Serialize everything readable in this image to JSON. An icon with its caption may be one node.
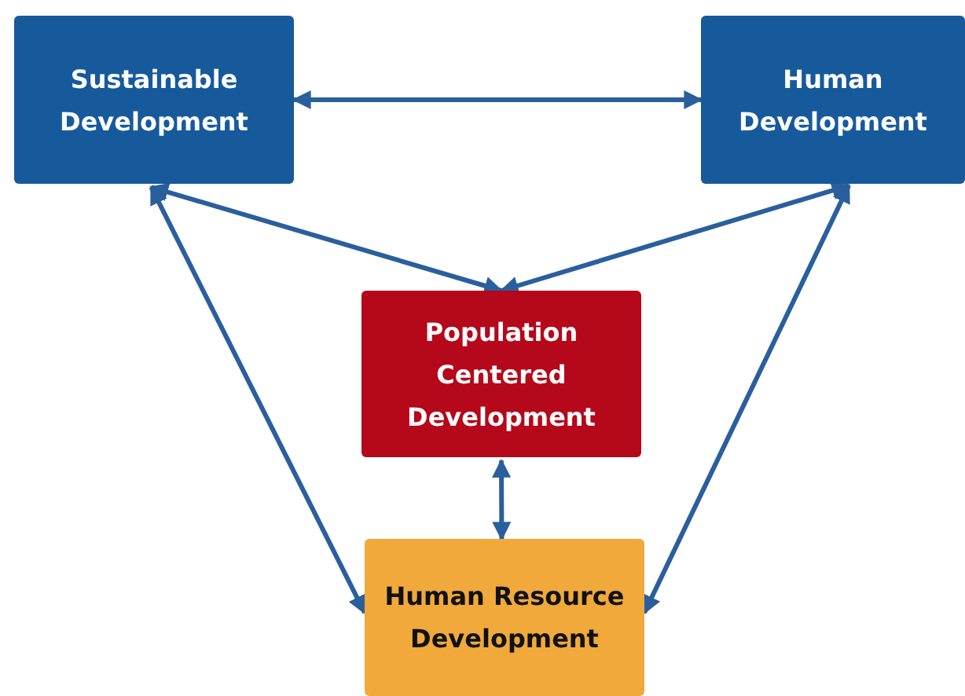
{
  "diagram": {
    "nodes": [
      {
        "text": [
          "Sustainable Development"
        ]
      },
      {
        "text": [
          "Human Development"
        ]
      },
      {
        "text": [
          "Population Centered Development"
        ]
      },
      {
        "text": [
          "Human Resource Development"
        ]
      }
    ],
    "edges": [
      {
        "from": 0,
        "to": 1,
        "arrow": "both"
      },
      {
        "from": 0,
        "to": 2,
        "arrow": "both"
      },
      {
        "from": 1,
        "to": 2,
        "arrow": "both"
      },
      {
        "from": 2,
        "to": 3,
        "arrow": "both"
      },
      {
        "from": 0,
        "to": 3,
        "arrow": "both"
      },
      {
        "from": 1,
        "to": 3,
        "arrow": "both"
      }
    ]
  }
}
